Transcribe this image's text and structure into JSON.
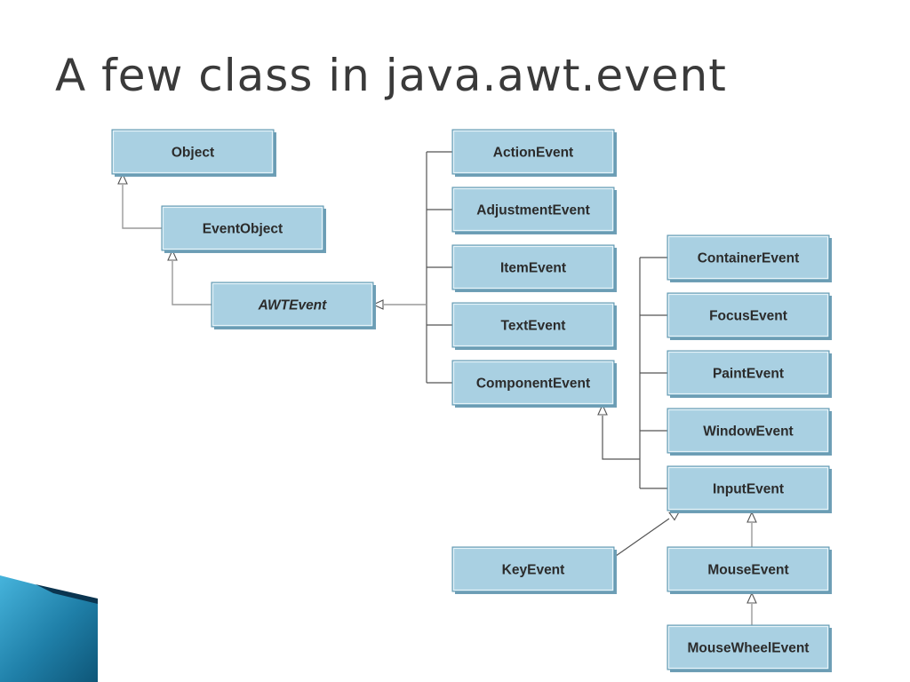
{
  "slide": {
    "title": "A few class in java.awt.event"
  },
  "classes": [
    {
      "id": "object",
      "label": "Object",
      "italic": false
    },
    {
      "id": "eventobject",
      "label": "EventObject",
      "italic": false
    },
    {
      "id": "awtevent",
      "label": "AWTEvent",
      "italic": true
    },
    {
      "id": "actionevent",
      "label": "ActionEvent",
      "italic": false
    },
    {
      "id": "adjustmentevent",
      "label": "AdjustmentEvent",
      "italic": false
    },
    {
      "id": "itemevent",
      "label": "ItemEvent",
      "italic": false
    },
    {
      "id": "textevent",
      "label": "TextEvent",
      "italic": false
    },
    {
      "id": "componentevent",
      "label": "ComponentEvent",
      "italic": false
    },
    {
      "id": "containerevent",
      "label": "ContainerEvent",
      "italic": false
    },
    {
      "id": "focusevent",
      "label": "FocusEvent",
      "italic": false
    },
    {
      "id": "paintevent",
      "label": "PaintEvent",
      "italic": false
    },
    {
      "id": "windowevent",
      "label": "WindowEvent",
      "italic": false
    },
    {
      "id": "inputevent",
      "label": "InputEvent",
      "italic": false
    },
    {
      "id": "keyevent",
      "label": "KeyEvent",
      "italic": false
    },
    {
      "id": "mouseevent",
      "label": "MouseEvent",
      "italic": false
    },
    {
      "id": "mousewheelevent",
      "label": "MouseWheelEvent",
      "italic": false
    }
  ],
  "inheritance": [
    {
      "child": "eventobject",
      "parent": "object"
    },
    {
      "child": "awtevent",
      "parent": "eventobject"
    },
    {
      "child": "actionevent",
      "parent": "awtevent"
    },
    {
      "child": "adjustmentevent",
      "parent": "awtevent"
    },
    {
      "child": "itemevent",
      "parent": "awtevent"
    },
    {
      "child": "textevent",
      "parent": "awtevent"
    },
    {
      "child": "componentevent",
      "parent": "awtevent"
    },
    {
      "child": "containerevent",
      "parent": "componentevent"
    },
    {
      "child": "focusevent",
      "parent": "componentevent"
    },
    {
      "child": "paintevent",
      "parent": "componentevent"
    },
    {
      "child": "windowevent",
      "parent": "componentevent"
    },
    {
      "child": "inputevent",
      "parent": "componentevent"
    },
    {
      "child": "keyevent",
      "parent": "inputevent"
    },
    {
      "child": "mouseevent",
      "parent": "inputevent"
    },
    {
      "child": "mousewheelevent",
      "parent": "mouseevent"
    }
  ],
  "colors": {
    "box_fill": "#a9d0e2",
    "box_border": "#5d94ad",
    "title_text": "#3a3a3a",
    "corner_accent": "#1f7fa8"
  }
}
